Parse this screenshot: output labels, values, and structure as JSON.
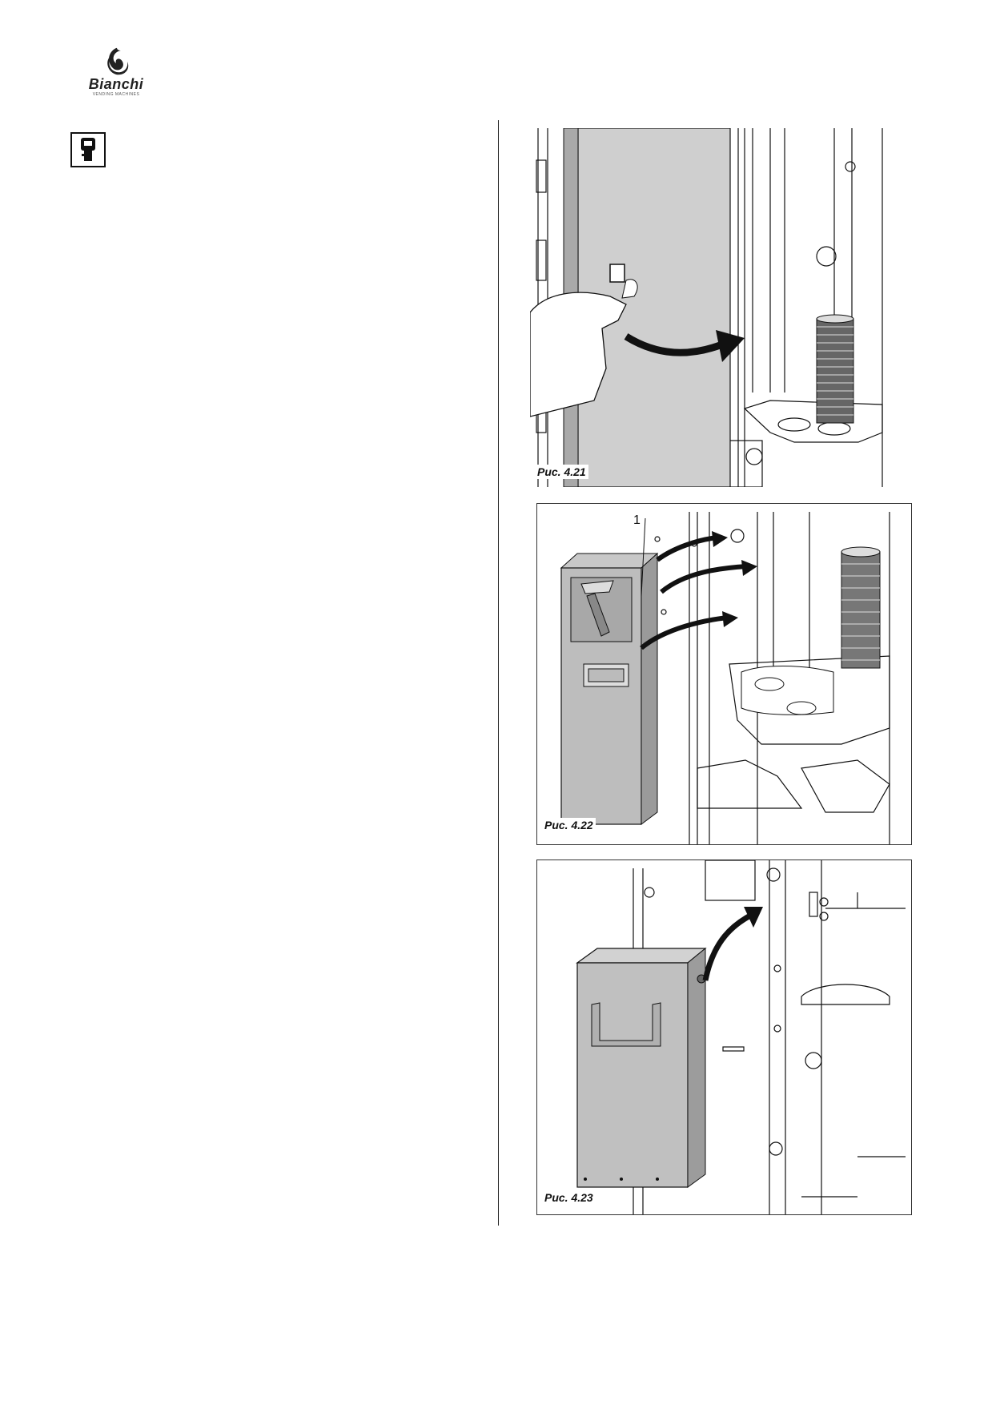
{
  "header": {
    "logo_text": "Bianchi",
    "logo_subtext": "VENDING MACHINES"
  },
  "figures": [
    {
      "caption": "Рис. 4.21"
    },
    {
      "caption": "Рис. 4.22",
      "callout": "1"
    },
    {
      "caption": "Рис. 4.23"
    }
  ],
  "icons": {
    "logo": "bianchi-flame-logo",
    "key": "key-icon"
  }
}
